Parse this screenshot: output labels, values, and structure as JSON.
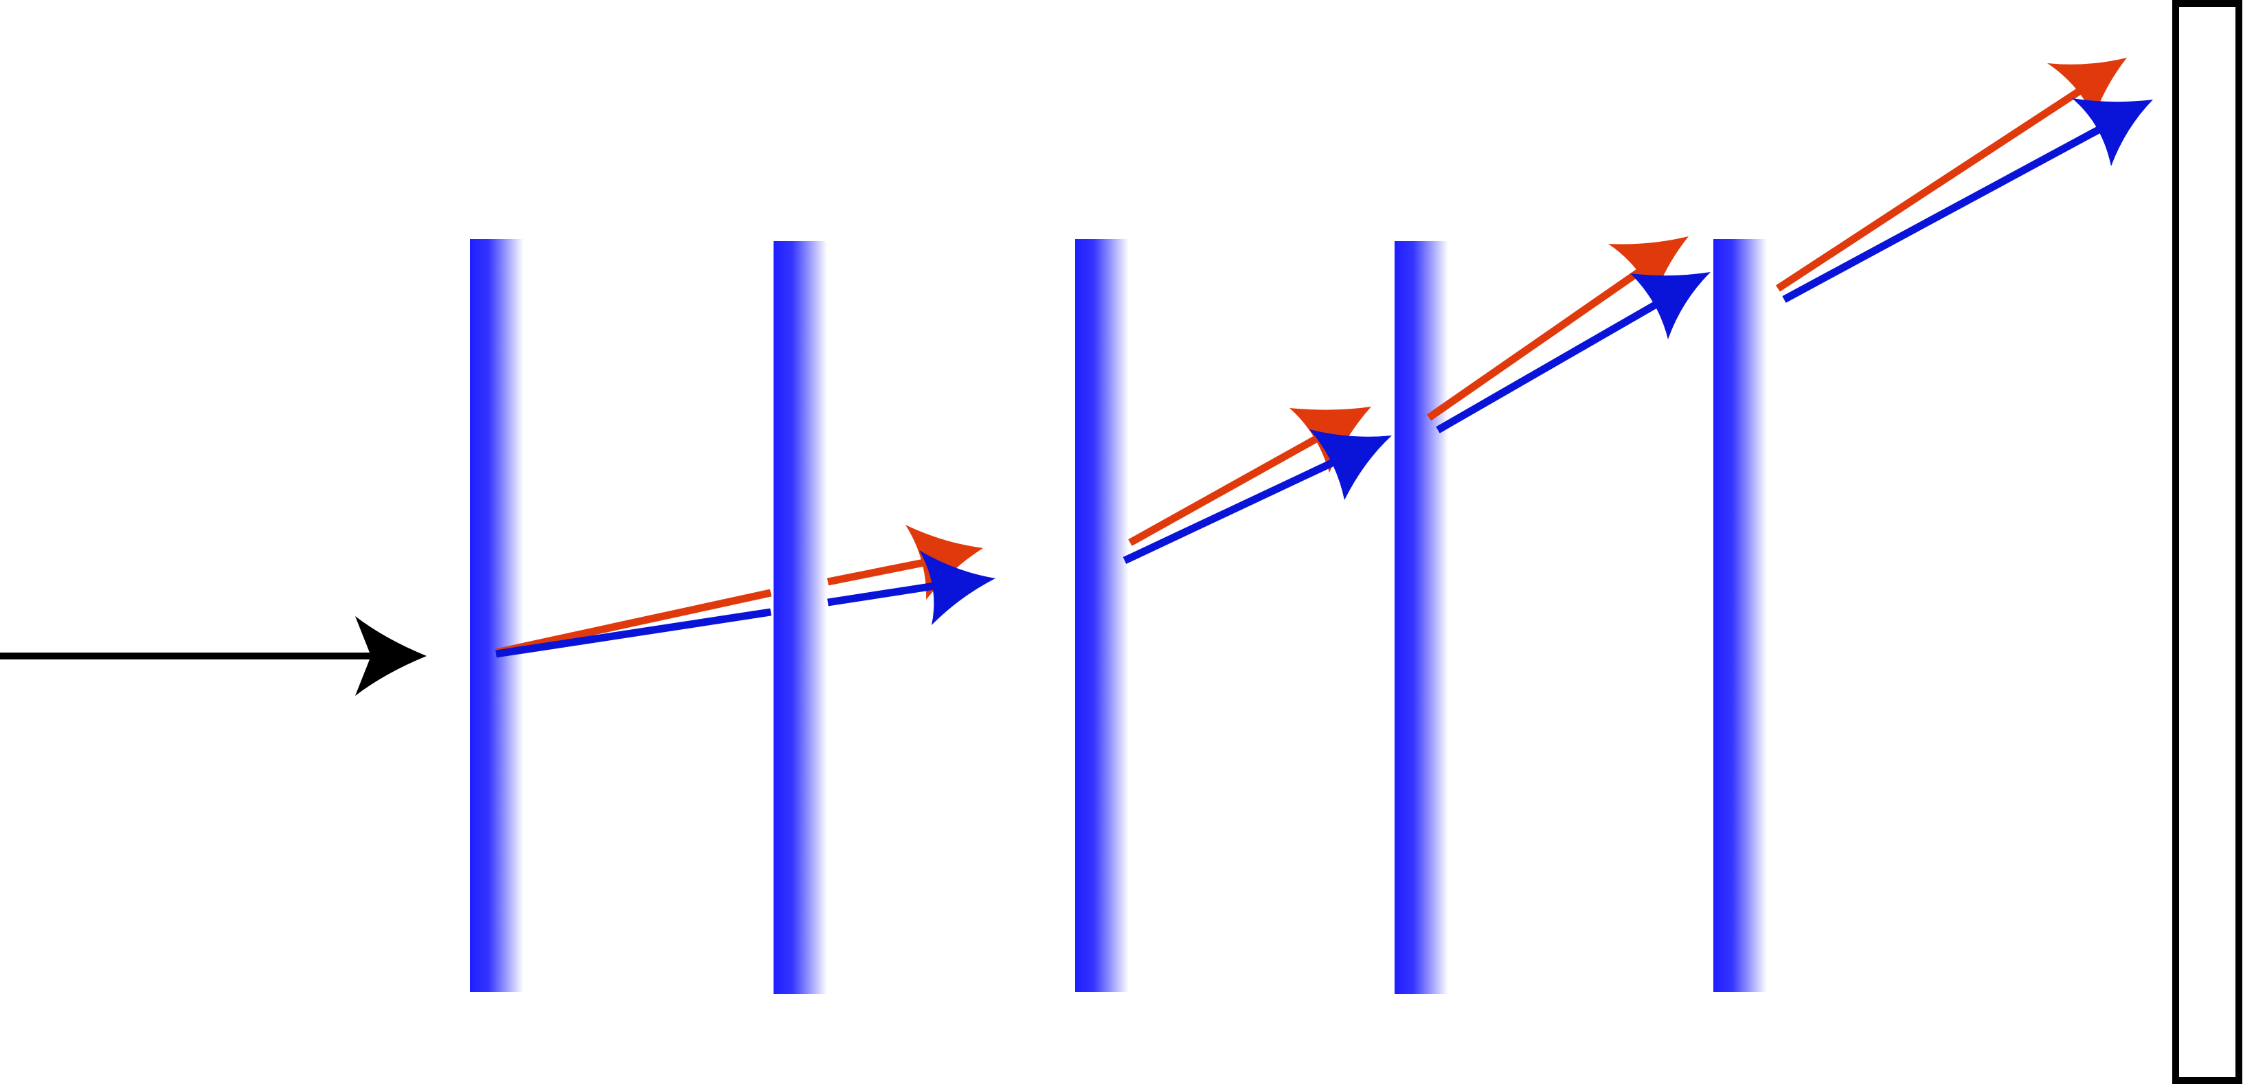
{
  "diagram": {
    "background": "#ffffff",
    "colors": {
      "incident": "#000000",
      "red_ray": "#e03a0c",
      "blue_ray": "#0a14d8",
      "plate": "#1e1eff",
      "screen_stroke": "#000000"
    },
    "elements": {
      "incident_arrow": "arrow",
      "plates": [
        "plate",
        "plate",
        "plate",
        "plate",
        "plate"
      ],
      "red_rays": [
        "arrow",
        "arrow",
        "arrow",
        "arrow",
        "arrow"
      ],
      "blue_rays": [
        "arrow",
        "arrow",
        "arrow",
        "arrow",
        "arrow"
      ],
      "screen": "rectangle"
    }
  }
}
